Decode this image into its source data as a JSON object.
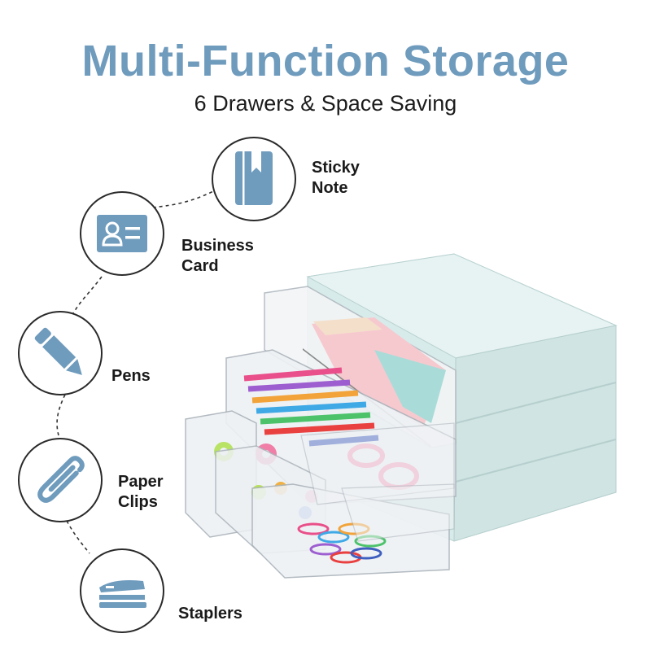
{
  "header": {
    "title": "Multi-Function Storage",
    "subtitle": "6 Drawers & Space Saving"
  },
  "features": [
    {
      "icon": "bookmark-icon",
      "line1": "Sticky",
      "line2": "Note"
    },
    {
      "icon": "business-card-icon",
      "line1": "Business",
      "line2": "Card"
    },
    {
      "icon": "pencil-icon",
      "line1": "Pens",
      "line2": ""
    },
    {
      "icon": "paper-clip-icon",
      "line1": "Paper",
      "line2": "Clips"
    },
    {
      "icon": "stapler-icon",
      "line1": "Staplers",
      "line2": ""
    }
  ],
  "colors": {
    "accent": "#6f9bbd",
    "icon_blue": "#6f9bbd",
    "cabinet_mint": "#d7ebea",
    "outline": "#2a2a2a"
  }
}
